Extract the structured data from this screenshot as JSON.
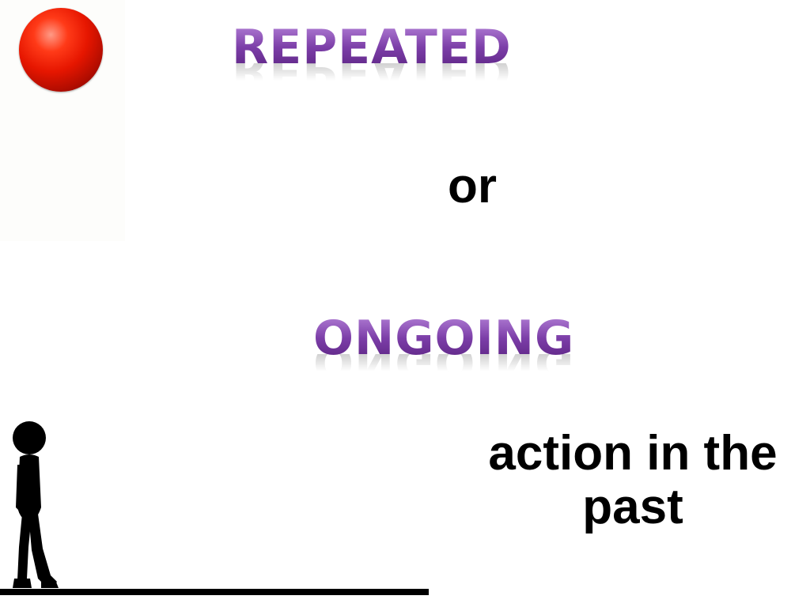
{
  "slide": {
    "word_repeated": "REPEATED",
    "connector": "or",
    "word_ongoing": "ONGOING",
    "phrase_line1": "action in the",
    "phrase_line2": "past"
  },
  "colors": {
    "accent_purple": "#7b3fa6",
    "ball_red": "#e61600",
    "text": "#000000",
    "background": "#ffffff"
  },
  "icons": {
    "ball": "red-ball-icon",
    "figure": "walking-person-icon"
  }
}
